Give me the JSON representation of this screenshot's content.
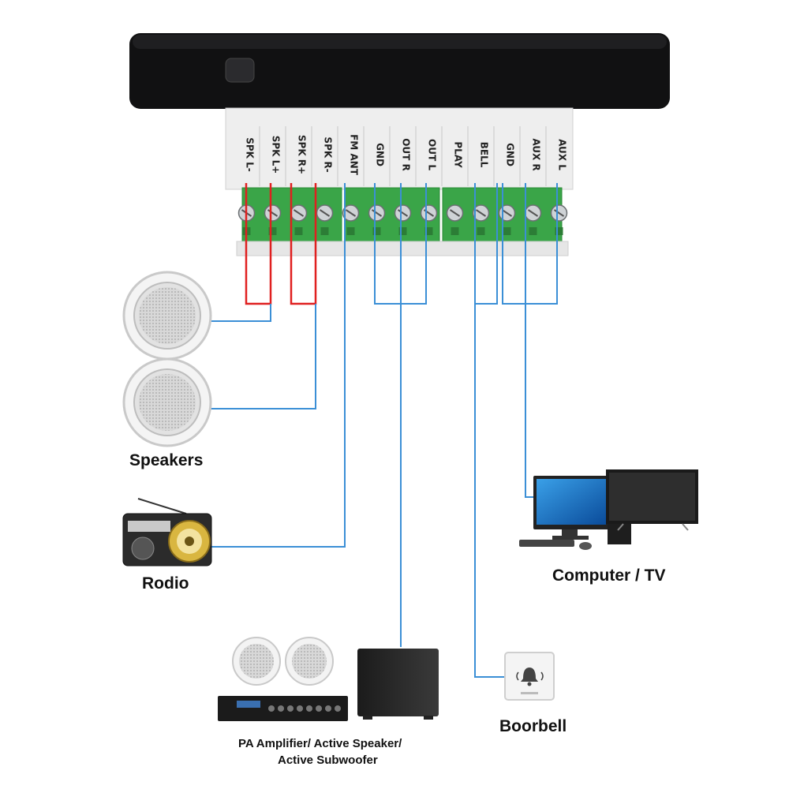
{
  "terminals": [
    {
      "label": "SPK L-"
    },
    {
      "label": "SPK L+"
    },
    {
      "label": "SPK R+"
    },
    {
      "label": "SPK R-"
    },
    {
      "label": "FM ANT"
    },
    {
      "label": "GND"
    },
    {
      "label": "OUT R"
    },
    {
      "label": "OUT L"
    },
    {
      "label": "PLAY"
    },
    {
      "label": "BELL"
    },
    {
      "label": "GND"
    },
    {
      "label": "AUX R"
    },
    {
      "label": "AUX L"
    }
  ],
  "devices": {
    "speakers": "Speakers",
    "radio": "Rodio",
    "computer_tv": "Computer / TV",
    "pa_line1": "PA Amplifier/ Active Speaker/",
    "pa_line2": "Active Subwoofer",
    "doorbell": "Boorbell"
  },
  "colors": {
    "device_body": "#0f0f10",
    "terminal_block": "#3cb043",
    "wire_red": "#e02020",
    "wire_blue": "#3b8fd6",
    "label_plate": "#f2f2f2"
  }
}
